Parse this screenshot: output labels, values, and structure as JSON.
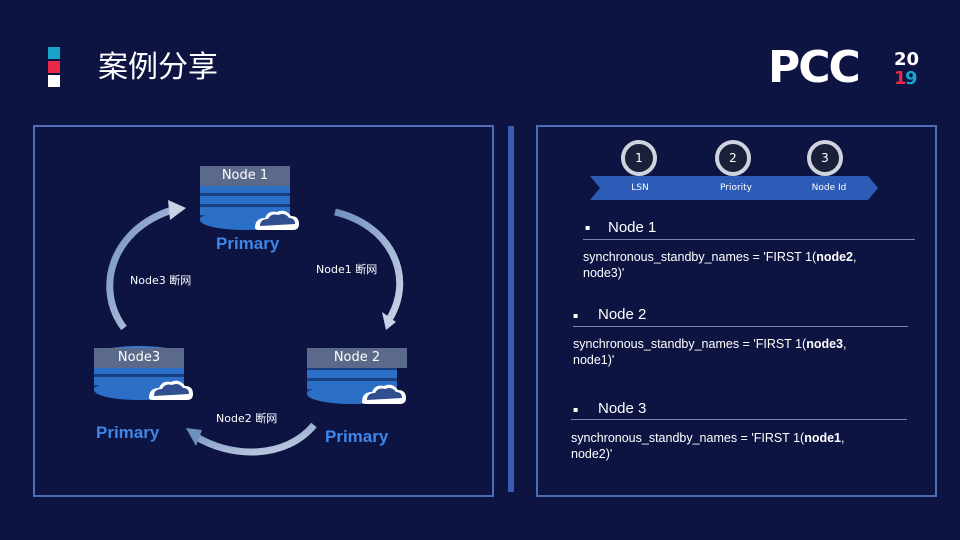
{
  "header": {
    "title": "案例分享",
    "accent_colors": [
      "#1aa3c9",
      "#e8294a",
      "#ffffff"
    ],
    "logo_text": "PCC",
    "logo_year_top": "20",
    "logo_year_bottom": "19"
  },
  "diagram": {
    "node1": {
      "label": "Node 1",
      "role": "Primary"
    },
    "node2": {
      "label": "Node 2",
      "role": "Primary"
    },
    "node3": {
      "label": "Node3",
      "role": "Primary"
    },
    "cuts": {
      "node1": "Node1 断网",
      "node2": "Node2 断网",
      "node3": "Node3 断网"
    }
  },
  "steps": [
    {
      "num": "1",
      "label": "LSN"
    },
    {
      "num": "2",
      "label": "Priority"
    },
    {
      "num": "3",
      "label": "Node Id"
    }
  ],
  "details": [
    {
      "bullet": "▪",
      "title": "Node 1",
      "text_line1": "synchronous_standby_names = 'FIRST 1(",
      "bold": "node2",
      "text_rest1": ",",
      "text_line2": "node3)'"
    },
    {
      "bullet": "▪",
      "title": "Node 2",
      "text_line1": "synchronous_standby_names = 'FIRST 1(",
      "bold": "node3",
      "text_rest1": ",",
      "text_line2": "node1)'"
    },
    {
      "bullet": "▪",
      "title": "Node 3",
      "text_line1": "synchronous_standby_names = 'FIRST 1(",
      "bold": "node1",
      "text_rest1": ",",
      "text_line2": "node2)'"
    }
  ],
  "colors": {
    "background": "#0e1442",
    "panel_border": "#4d6db5",
    "primary": "#3f86e6",
    "db": "#2c6fc6"
  }
}
